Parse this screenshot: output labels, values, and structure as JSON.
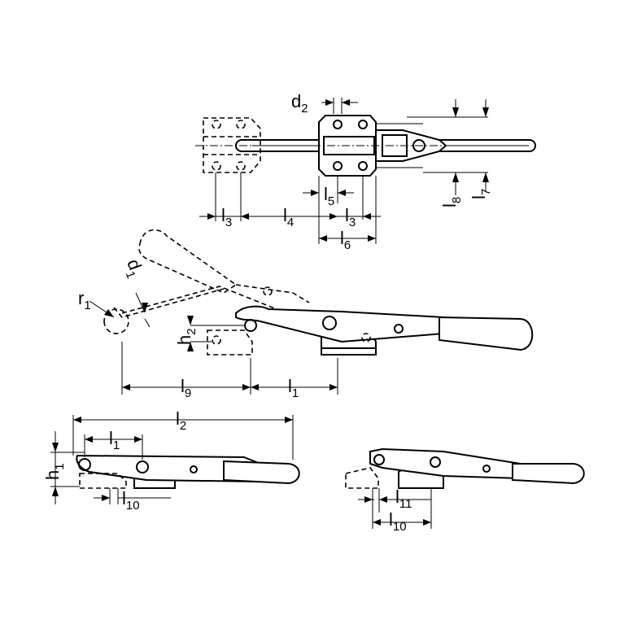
{
  "labels": {
    "d2": {
      "main": "d",
      "sub": "2"
    },
    "l7": {
      "main": "l",
      "sub": "7"
    },
    "l8": {
      "main": "l",
      "sub": "8"
    },
    "l5": {
      "main": "l",
      "sub": "5"
    },
    "l3a": {
      "main": "l",
      "sub": "3"
    },
    "l4": {
      "main": "l",
      "sub": "4"
    },
    "l3b": {
      "main": "l",
      "sub": "3"
    },
    "l6": {
      "main": "l",
      "sub": "6"
    },
    "d1": {
      "main": "d",
      "sub": "1"
    },
    "r1": {
      "main": "r",
      "sub": "1"
    },
    "h2": {
      "main": "h",
      "sub": "2"
    },
    "l9": {
      "main": "l",
      "sub": "9"
    },
    "l1a": {
      "main": "l",
      "sub": "1"
    },
    "l2": {
      "main": "l",
      "sub": "2"
    },
    "l1b": {
      "main": "l",
      "sub": "1"
    },
    "h1": {
      "main": "h",
      "sub": "1"
    },
    "l10a": {
      "main": "l",
      "sub": "10"
    },
    "l11": {
      "main": "l",
      "sub": "11"
    },
    "l10b": {
      "main": "l",
      "sub": "10"
    }
  }
}
